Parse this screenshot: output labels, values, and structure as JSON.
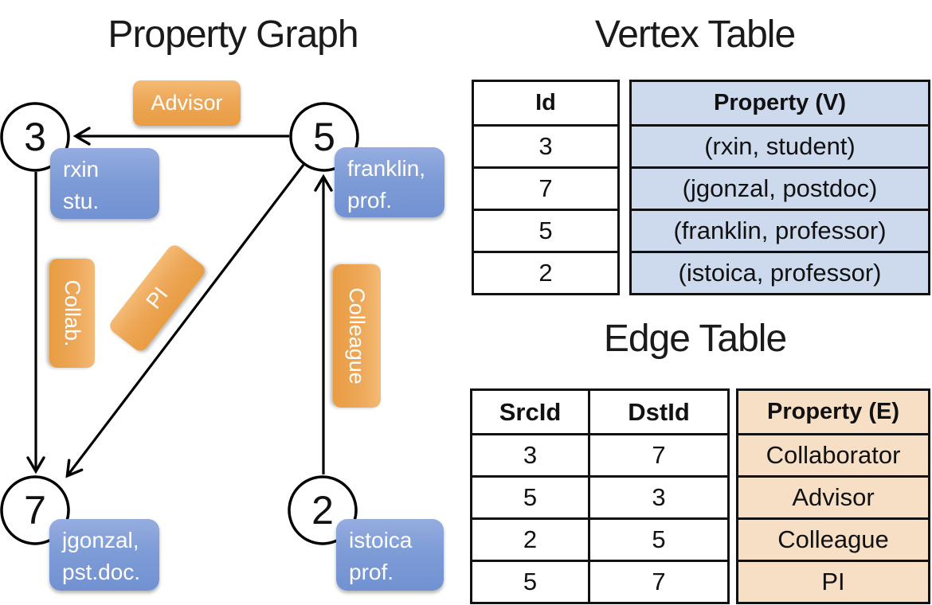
{
  "colors": {
    "edge_label_orange_top": "#F4BA74",
    "edge_label_orange_bottom": "#E99C42",
    "vertex_box_blue_top": "#96ADE0",
    "vertex_box_blue_bottom": "#7191D2",
    "vertex_table_fill": "#CDD9EC",
    "edge_table_fill": "#F6DFC4",
    "line_color": "#000000"
  },
  "graph": {
    "title": "Property Graph",
    "nodes": [
      {
        "id": "3",
        "property_line1": "rxin",
        "property_line2": "stu."
      },
      {
        "id": "5",
        "property_line1": "franklin,",
        "property_line2": "prof."
      },
      {
        "id": "7",
        "property_line1": "jgonzal,",
        "property_line2": "pst.doc."
      },
      {
        "id": "2",
        "property_line1": "istoica",
        "property_line2": "prof."
      }
    ],
    "edges": [
      {
        "label": "Advisor",
        "from": "5",
        "to": "3"
      },
      {
        "label": "Collab.",
        "from": "3",
        "to": "7"
      },
      {
        "label": "PI",
        "from": "5",
        "to": "7"
      },
      {
        "label": "Colleague",
        "from": "2",
        "to": "5"
      }
    ]
  },
  "vertex_table": {
    "title": "Vertex Table",
    "headers": {
      "id": "Id",
      "property": "Property (V)"
    },
    "rows": [
      {
        "id": "3",
        "property": "(rxin, student)"
      },
      {
        "id": "7",
        "property": "(jgonzal, postdoc)"
      },
      {
        "id": "5",
        "property": "(franklin, professor)"
      },
      {
        "id": "2",
        "property": "(istoica, professor)"
      }
    ]
  },
  "edge_table": {
    "title": "Edge Table",
    "headers": {
      "src": "SrcId",
      "dst": "DstId",
      "property": "Property (E)"
    },
    "rows": [
      {
        "src": "3",
        "dst": "7",
        "property": "Collaborator"
      },
      {
        "src": "5",
        "dst": "3",
        "property": "Advisor"
      },
      {
        "src": "2",
        "dst": "5",
        "property": "Colleague"
      },
      {
        "src": "5",
        "dst": "7",
        "property": "PI"
      }
    ]
  }
}
